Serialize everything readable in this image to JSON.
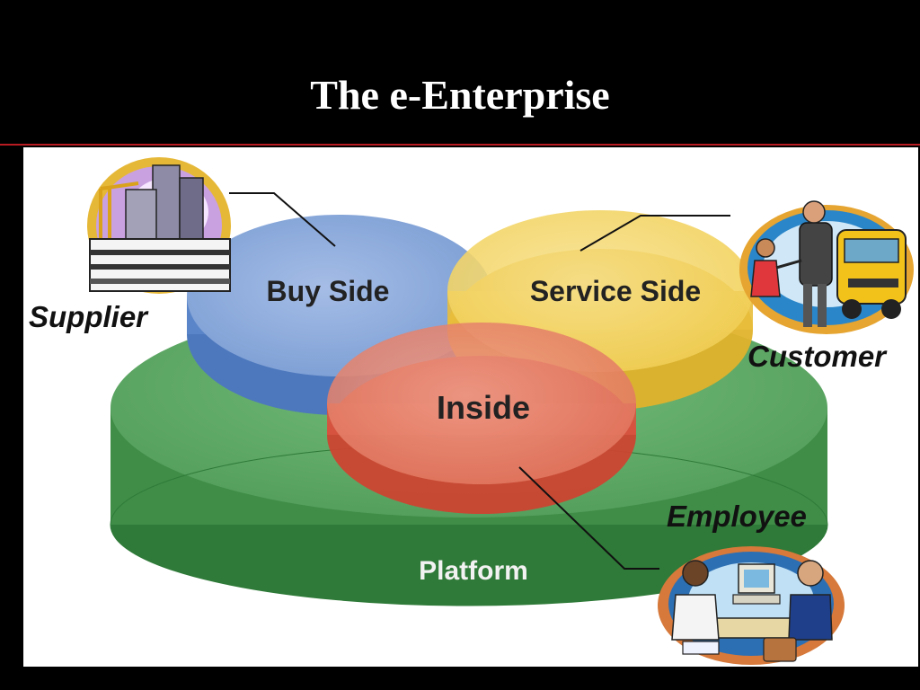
{
  "title": "The e-Enterprise",
  "zones": {
    "buy_side": "Buy Side",
    "service_side": "Service Side",
    "inside": "Inside",
    "platform": "Platform"
  },
  "parties": {
    "supplier": "Supplier",
    "customer": "Customer",
    "employee": "Employee"
  },
  "icons": {
    "supplier": "office-building-crane-icon",
    "customer": "parent-child-school-bus-icon",
    "employee": "office-meeting-computer-icon"
  },
  "colors": {
    "platform": "#5aa562",
    "buy_side": "#7d9fd3",
    "service_side": "#f3d35c",
    "inside": "#e57a63",
    "title_rule": "#b81c22"
  }
}
